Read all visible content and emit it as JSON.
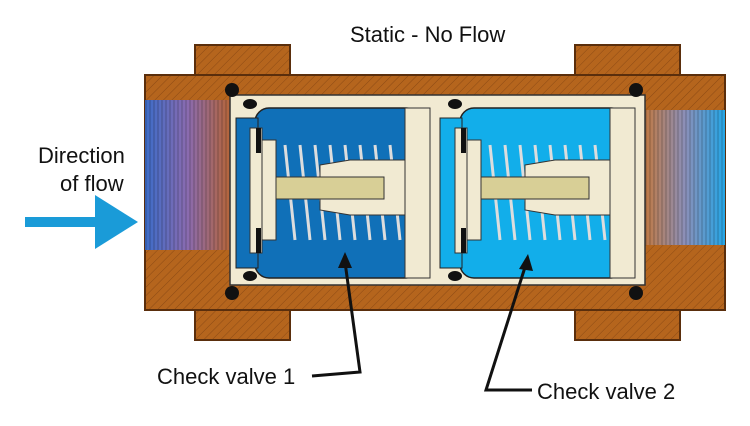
{
  "title": "Static - No Flow",
  "direction_label_line1": "Direction",
  "direction_label_line2": "of flow",
  "callouts": {
    "valve1": "Check valve 1",
    "valve2": "Check valve 2"
  },
  "colors": {
    "body": "#b5651d",
    "body_dark": "#7a3e10",
    "valve1_chamber": "#1070b8",
    "valve2_chamber": "#12aeea",
    "internal_parts": "#f1ead2",
    "stem": "#d8cf96",
    "arrow": "#1a9bd8"
  }
}
